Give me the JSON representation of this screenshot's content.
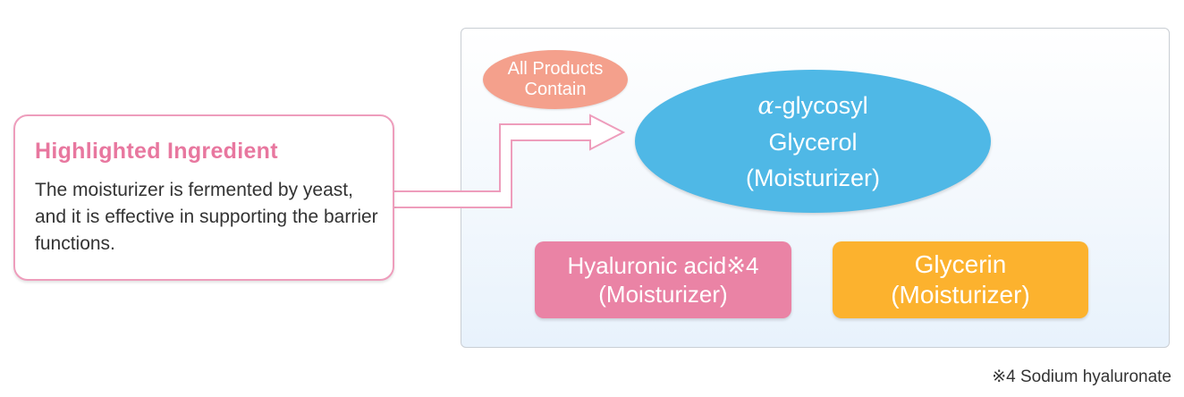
{
  "callout": {
    "title": "Highlighted Ingredient",
    "body": "The moisturizer is fermented by yeast, and it is effective in supporting the barrier functions."
  },
  "badge": {
    "line1": "All Products",
    "line2": "Contain"
  },
  "main_ingredient": {
    "symbol": "α",
    "line1_rest": "-glycosyl",
    "line2": "Glycerol",
    "line3": "(Moisturizer)"
  },
  "ingredients": [
    {
      "name": "Hyaluronic acid※4",
      "role": "(Moisturizer)"
    },
    {
      "name": "Glycerin",
      "role": "(Moisturizer)"
    }
  ],
  "footnote": "※4 Sodium hyaluronate",
  "colors": {
    "callout_border": "#ee9dbc",
    "callout_title": "#e8779f",
    "badge": "#f4a08c",
    "main_ellipse": "#4fb8e6",
    "hyaluronic_pill": "#ea83a5",
    "glycerin_pill": "#fcb22e"
  }
}
